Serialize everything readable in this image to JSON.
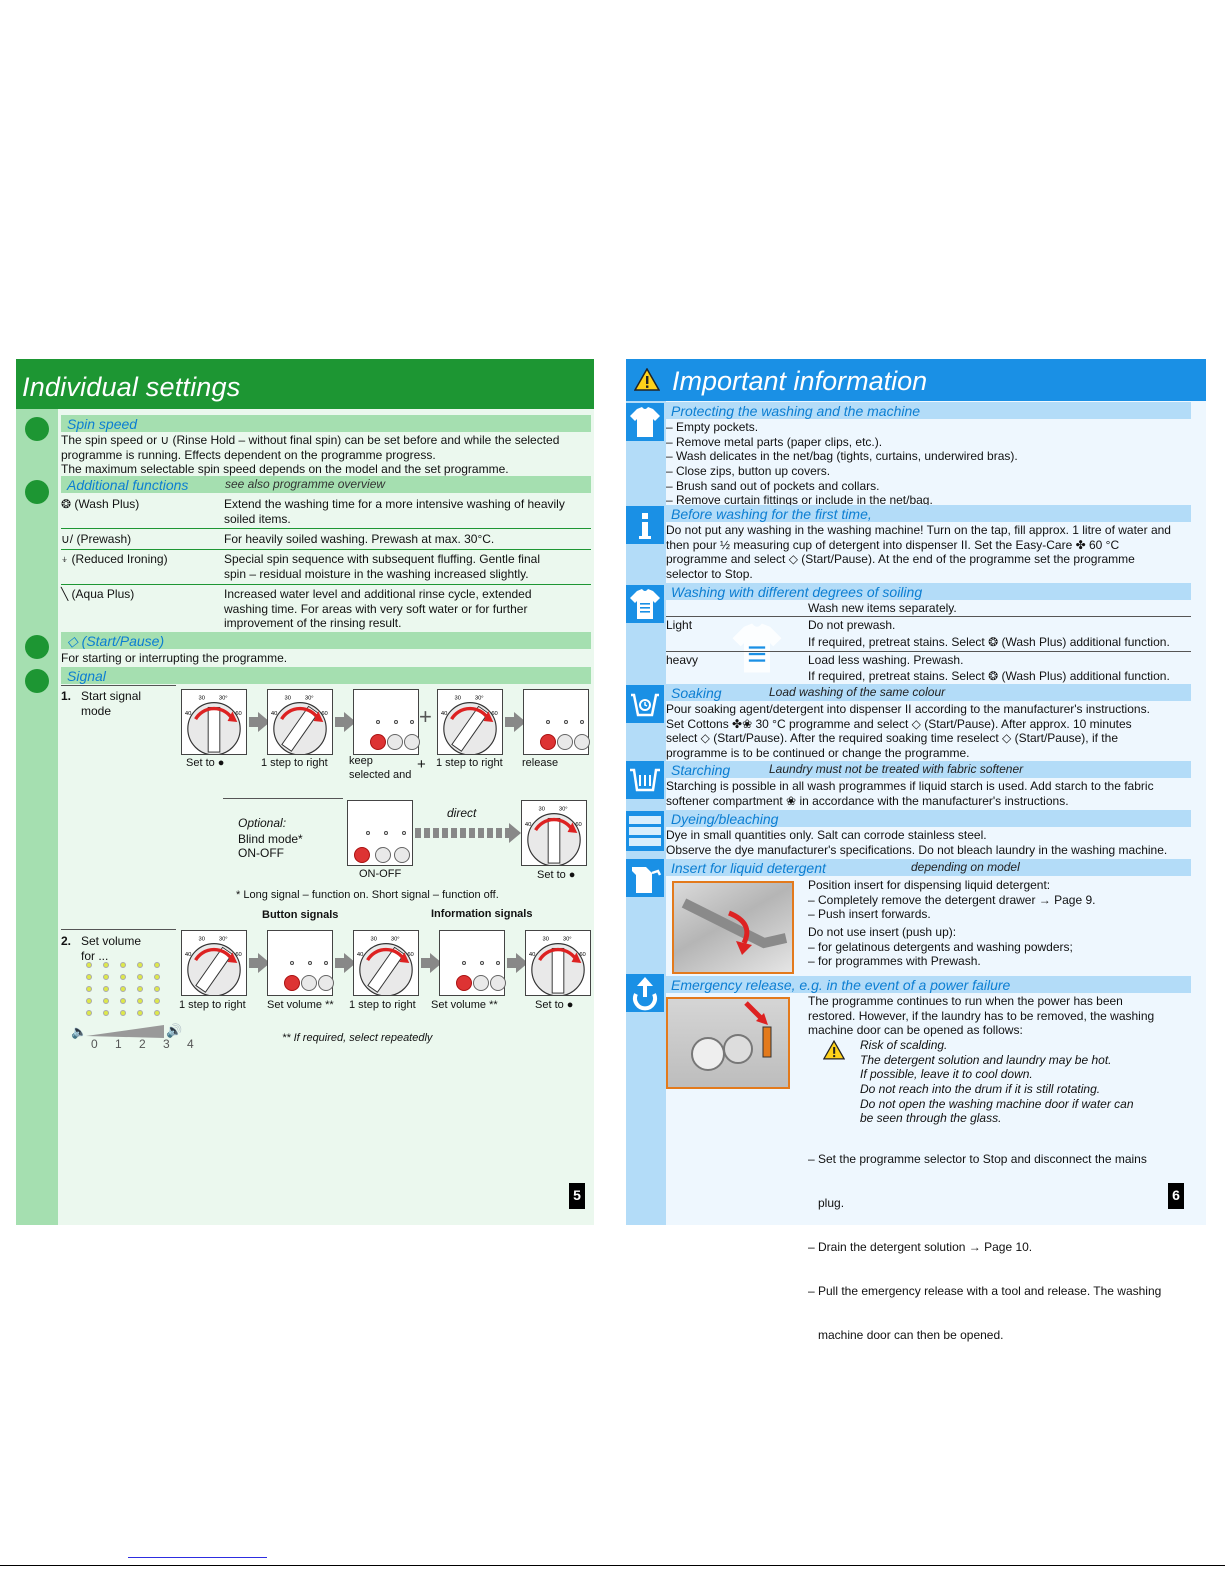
{
  "left": {
    "title": "Individual settings",
    "spin": {
      "heading": "Spin speed",
      "line1": "The spin speed or ∪ (Rinse Hold – without final spin) can be set before and while the selected",
      "line2": "programme is running. Effects dependent on the programme progress.",
      "line3": "The maximum selectable spin speed depends on the model and the set programme."
    },
    "additional": {
      "heading": "Additional functions",
      "note": "see also programme overview",
      "rows": [
        {
          "label": "❂ (Wash Plus)",
          "desc1": "Extend the washing time for a more intensive washing of heavily",
          "desc2": "soiled items.",
          "desc3": ""
        },
        {
          "label": "∪/ (Prewash)",
          "desc1": "For heavily soiled washing. Prewash at max. 30°C.",
          "desc2": "",
          "desc3": ""
        },
        {
          "label": "⍖ (Reduced Ironing)",
          "desc1": "Special spin sequence with subsequent fluffing. Gentle final",
          "desc2": "spin – residual moisture in the washing increased slightly.",
          "desc3": ""
        },
        {
          "label": "╲ (Aqua Plus)",
          "desc1": "Increased water level and additional rinse cycle, extended",
          "desc2": "washing time. For areas with very soft water or for further",
          "desc3": "improvement of the rinsing result."
        }
      ]
    },
    "startpause": {
      "heading": "◇ (Start/Pause)",
      "text": "For starting or interrupting the programme."
    },
    "signal": {
      "heading": "Signal",
      "step1_num": "1.",
      "step1_line1": "Start signal",
      "step1_line2": "mode",
      "captions1": [
        "Set to ●",
        "1 step to right",
        "keep",
        "selected and",
        "+",
        "1 step to right",
        "release"
      ],
      "optional_label": "Optional:",
      "blind_label": "Blind mode*",
      "onoff_label": "ON-OFF",
      "onoff_caption": "ON-OFF",
      "direct_label": "direct",
      "set_caption": "Set to ●",
      "footnote": "* Long signal – function on. Short signal – function off.",
      "button_signals": "Button signals",
      "info_signals": "Information signals",
      "step2_num": "2.",
      "step2_line1": "Set volume",
      "step2_line2": "for ...",
      "captions2": [
        "1 step to right",
        "Set volume **",
        "1 step to right",
        "Set volume **",
        "Set to ●"
      ],
      "scale": "0 1 2 3 4",
      "footnote2": "** If required, select repeatedly",
      "dial_labels": [
        "30",
        "30°",
        "40",
        "60"
      ]
    },
    "page_number": "5"
  },
  "right": {
    "title": "Important information",
    "protecting": {
      "heading": "Protecting the washing and the machine",
      "items": [
        "– Empty pockets.",
        "– Remove metal parts (paper clips, etc.).",
        "– Wash delicates in the net/bag (tights, curtains, underwired bras).",
        "– Close zips, button up covers.",
        "– Brush sand out of pockets and collars.",
        "– Remove curtain fittings or include in the net/bag."
      ]
    },
    "before": {
      "heading": "Before washing for the first time,",
      "line1": "Do not put any washing in the washing machine! Turn on the tap, fill approx. 1 litre of water and",
      "line2": "then pour ½ measuring cup of detergent into dispenser II. Set the Easy-Care ✤ 60 °C",
      "line3": "programme and select ◇ (Start/Pause). At the end of the programme set the programme",
      "line4": "selector to Stop."
    },
    "soiling": {
      "heading": "Washing with different degrees of soiling",
      "row0": "Wash new items separately.",
      "light_label": "Light",
      "light1": "Do not prewash.",
      "light2": "If required, pretreat stains. Select ❂ (Wash Plus) additional function.",
      "heavy_label": "heavy",
      "heavy1": "Load less washing. Prewash.",
      "heavy2": "If required, pretreat stains. Select ❂ (Wash Plus) additional function."
    },
    "soaking": {
      "heading": "Soaking",
      "note": "Load washing of the same colour",
      "line1": "Pour soaking agent/detergent into dispenser II according to the manufacturer's instructions.",
      "line2": "Set Cottons ✤❀ 30 °C programme and select ◇ (Start/Pause). After approx. 10 minutes",
      "line3": "select ◇ (Start/Pause). After the required soaking time reselect ◇ (Start/Pause), if the",
      "line4": "programme is to be continued or change the programme."
    },
    "starching": {
      "heading": "Starching",
      "note": "Laundry must not be treated with fabric softener",
      "line1": "Starching is possible in all wash programmes if liquid starch is used. Add starch to the fabric",
      "line2": "softener compartment ❀ in accordance with the manufacturer's instructions."
    },
    "dyeing": {
      "heading": "Dyeing/bleaching",
      "line1": "Dye in small quantities only. Salt can corrode stainless steel.",
      "line2": "Observe the dye manufacturer's specifications. Do not bleach laundry in the washing machine."
    },
    "insert": {
      "heading": "Insert for liquid detergent",
      "note": "depending on model",
      "lines": [
        "Position insert for dispensing liquid detergent:",
        "– Completely remove the detergent drawer → Page 9.",
        "– Push insert forwards.",
        "Do not use insert (push up):",
        "– for gelatinous detergents and washing powders;",
        "– for programmes with Prewash."
      ]
    },
    "emergency": {
      "heading": "Emergency release, e.g. in the event of a power failure",
      "intro1": "The programme continues to run when the power has been",
      "intro2": "restored. However, if the laundry has to be removed, the washing",
      "intro3": "machine door can be opened as follows:",
      "warn": [
        "Risk of scalding.",
        "The detergent solution and laundry may be hot.",
        "If possible, leave it to cool down.",
        "Do not reach into the drum if it is still rotating.",
        "Do not open the washing machine door if water can",
        "be seen through the glass."
      ],
      "steps": [
        "– Set the programme selector to Stop and disconnect the mains",
        "   plug.",
        "– Drain the detergent solution → Page 10.",
        "– Pull the emergency release with a tool and release. The washing",
        "   machine door can then be opened."
      ]
    },
    "page_number": "6"
  },
  "colors": {
    "green": "#1d9633",
    "light_green": "#a5dfb0",
    "blue": "#1a90e5",
    "light_blue": "#b3dcf8"
  },
  "icons": [
    "warning-icon",
    "tshirt-icon",
    "info-icon",
    "tshirt-list-icon",
    "soak-tub-icon",
    "starch-basin-icon",
    "dye-icon",
    "liquid-jug-icon",
    "emergency-arrow-icon"
  ]
}
